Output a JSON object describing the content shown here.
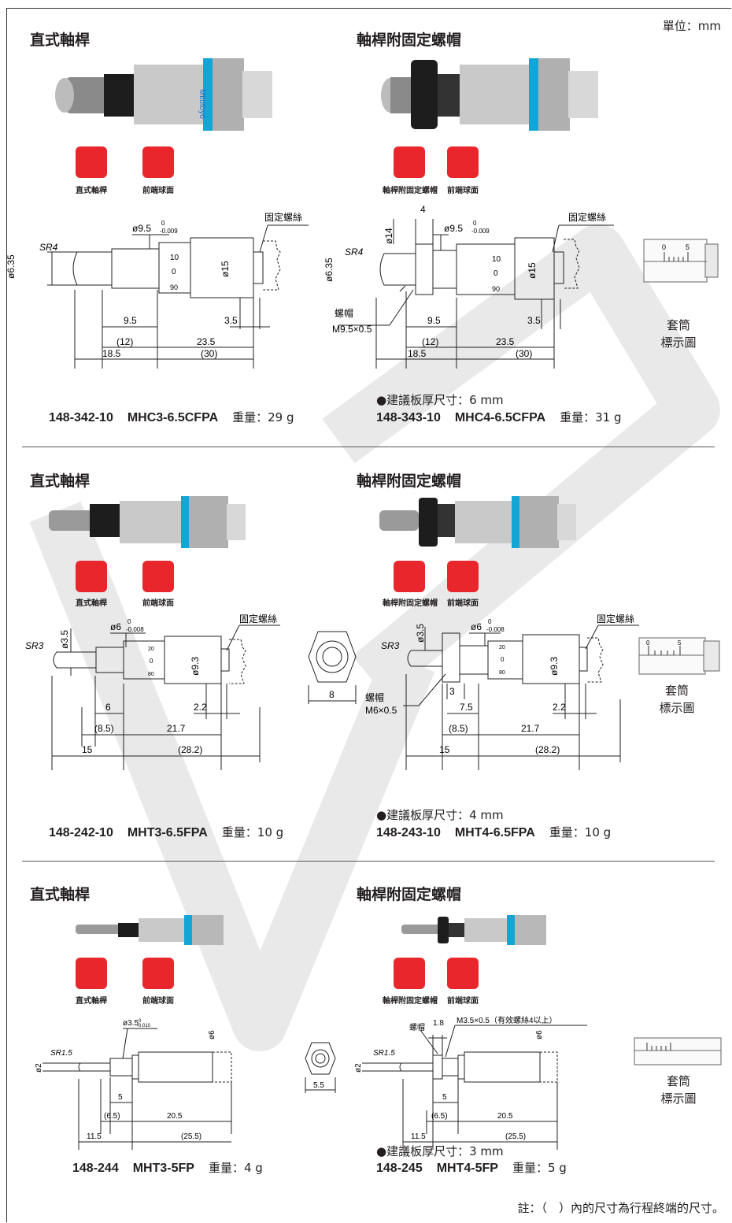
{
  "unit_label": "單位：mm",
  "sections": [
    {
      "left": {
        "title": "直式軸桿",
        "icons": [
          "直式軸桿",
          "前端球面"
        ],
        "dims": {
          "sr": "SR4",
          "shaft_dia": "ø6.35",
          "spindle_dia": "ø9.5",
          "spindle_tol_upper": "0",
          "spindle_tol_lower": "-0.009",
          "thimble_dia": "ø15",
          "lock": "固定螺絲",
          "d1": "9.5",
          "d2": "3.5",
          "d3": "(12)",
          "d4": "23.5",
          "d5": "18.5",
          "d6": "(30)",
          "scale": [
            "10",
            "0",
            "90"
          ]
        },
        "code": "148-342-10",
        "name": "MHC3-6.5CFPA",
        "weight": "重量：29 g"
      },
      "right": {
        "title": "軸桿附固定螺帽",
        "icons": [
          "軸桿附固定螺帽",
          "前端球面"
        ],
        "dims": {
          "sr": "SR4",
          "shaft_dia": "ø6.35",
          "nut_w": "4",
          "nut_dia": "ø14",
          "spindle_dia": "ø9.5",
          "spindle_tol_upper": "0",
          "spindle_tol_lower": "-0.009",
          "thimble_dia": "ø15",
          "lock": "固定螺絲",
          "nut_label": "螺帽",
          "nut_thread": "M9.5×0.5",
          "d1": "9.5",
          "d2": "3.5",
          "d3": "(12)",
          "d4": "23.5",
          "d5": "18.5",
          "d6": "(30)",
          "scale": [
            "10",
            "0",
            "90"
          ]
        },
        "sleeve": {
          "ticks": [
            "0",
            "5"
          ],
          "label1": "套筒",
          "label2": "標示圖"
        },
        "rec": "●建議板厚尺寸：6 mm",
        "code": "148-343-10",
        "name": "MHC4-6.5CFPA",
        "weight": "重量：31 g"
      }
    },
    {
      "left": {
        "title": "直式軸桿",
        "icons": [
          "直式軸桿",
          "前端球面"
        ],
        "dims": {
          "sr": "SR3",
          "shaft_dia": "ø3.5",
          "spindle_dia": "ø6",
          "spindle_tol_upper": "0",
          "spindle_tol_lower": "-0.008",
          "thimble_dia": "ø9.3",
          "lock": "固定螺絲",
          "d1": "6",
          "d2": "2.2",
          "d3": "(8.5)",
          "d4": "21.7",
          "d5": "15",
          "d6": "(28.2)",
          "scale": [
            "20",
            "0",
            "80"
          ]
        },
        "code": "148-242-10",
        "name": "MHT3-6.5FPA",
        "weight": "重量：10 g"
      },
      "right": {
        "title": "軸桿附固定螺帽",
        "icons": [
          "軸桿附固定螺帽",
          "前端球面"
        ],
        "hex_w": "8",
        "dims": {
          "sr": "SR3",
          "shaft_dia": "ø3.5",
          "spindle_dia": "ø6",
          "spindle_tol_upper": "0",
          "spindle_tol_lower": "-0.008",
          "thimble_dia": "ø9.3",
          "lock": "固定螺絲",
          "nut_label": "螺帽",
          "nut_thread": "M6×0.5",
          "nut_w": "3",
          "d1": "7.5",
          "d2": "2.2",
          "d3": "(8.5)",
          "d4": "21.7",
          "d5": "15",
          "d6": "(28.2)",
          "scale": [
            "20",
            "0",
            "80"
          ]
        },
        "sleeve": {
          "ticks": [
            "0",
            "5"
          ],
          "label1": "套筒",
          "label2": "標示圖"
        },
        "rec": "●建議板厚尺寸：4 mm",
        "code": "148-243-10",
        "name": "MHT4-6.5FPA",
        "weight": "重量：10 g"
      }
    },
    {
      "left": {
        "title": "直式軸桿",
        "icons": [
          "直式軸桿",
          "前端球面"
        ],
        "dims": {
          "sr": "SR1.5",
          "shaft_dia": "ø2",
          "spindle_dia": "ø3.5",
          "spindle_tol_upper": "0",
          "spindle_tol_lower": "-0.010",
          "thimble_dia": "ø6",
          "d1": "5",
          "d3": "(6.5)",
          "d4": "20.5",
          "d5": "11.5",
          "d6": "(25.5)"
        },
        "code": "148-244",
        "name": "MHT3-5FP",
        "weight": "重量：4 g"
      },
      "right": {
        "title": "軸桿附固定螺帽",
        "icons": [
          "軸桿附固定螺帽",
          "前端球面"
        ],
        "hex_w": "5.5",
        "dims": {
          "sr": "SR1.5",
          "shaft_dia": "ø2",
          "nut_w": "1.8",
          "nut_label": "螺帽",
          "nut_thread": "M3.5×0.5（有效螺絲4以上）",
          "thimble_dia": "ø6",
          "d1": "5",
          "d3": "(6.5)",
          "d4": "20.5",
          "d5": "11.5",
          "d6": "(25.5)"
        },
        "sleeve": {
          "label1": "套筒",
          "label2": "標示圖"
        },
        "rec": "●建議板厚尺寸：3 mm",
        "code": "148-245",
        "name": "MHT4-5FP",
        "weight": "重量：5 g"
      }
    }
  ],
  "brand": "Mitutoyo",
  "note": "註：（　）內的尺寸為行程終端的尺寸。"
}
